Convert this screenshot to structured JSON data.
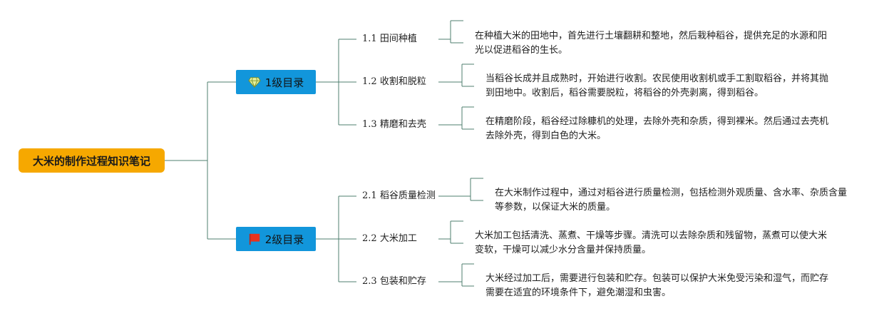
{
  "root": {
    "label": "大米的制作过程知识笔记"
  },
  "branches": [
    {
      "label": "1级目录",
      "icon": "diamond-icon",
      "children": [
        {
          "num": "1.1",
          "label": "田间种植",
          "note": "在种植大米的田地中，首先进行土壤翻耕和整地，然后栽种稻谷，提供充足的水源和阳光以促进稻谷的生长。"
        },
        {
          "num": "1.2",
          "label": "收割和脱粒",
          "note": "当稻谷长成并且成熟时，开始进行收割。农民使用收割机或手工割取稻谷，并将其抛到田地中。收割后，稻谷需要脱粒，将稻谷的外壳剥离，得到稻谷。"
        },
        {
          "num": "1.3",
          "label": "精磨和去壳",
          "note": "在精磨阶段，稻谷经过除糠机的处理，去除外壳和杂质，得到裸米。然后通过去壳机去除外壳，得到白色的大米。"
        }
      ]
    },
    {
      "label": "2级目录",
      "icon": "flag-icon",
      "children": [
        {
          "num": "2.1",
          "label": "稻谷质量检测",
          "note": "在大米制作过程中，通过对稻谷进行质量检测，包括检测外观质量、含水率、杂质含量等参数，以保证大米的质量。"
        },
        {
          "num": "2.2",
          "label": "大米加工",
          "note": "大米加工包括清洗、蒸煮、干燥等步骤。清洗可以去除杂质和残留物，蒸煮可以使大米变软，干燥可以减少水分含量并保持质量。"
        },
        {
          "num": "2.3",
          "label": "包装和贮存",
          "note": "大米经过加工后，需要进行包装和贮存。包装可以保护大米免受污染和湿气，而贮存需要在适宜的环境条件下，避免潮湿和虫害。"
        }
      ]
    }
  ],
  "colors": {
    "root": "#f6a800",
    "branch": "#1296db",
    "line": "#4f7f6f"
  }
}
